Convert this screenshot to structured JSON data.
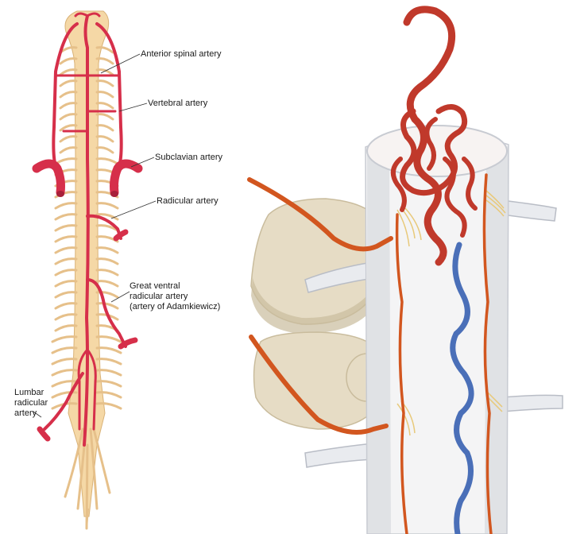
{
  "labels": {
    "anterior_spinal": "Anterior spinal artery",
    "vertebral": "Vertebral artery",
    "subclavian": "Subclavian artery",
    "radicular": "Radicular artery",
    "great_ventral_1": "Great ventral",
    "great_ventral_2": "radicular artery",
    "great_ventral_3": "(artery of Adamkiewicz)",
    "lumbar_1": "Lumbar",
    "lumbar_2": "radicular",
    "lumbar_3": "artery"
  },
  "colors": {
    "cord": "#f5d8a6",
    "cord_stroke": "#d9b277",
    "artery": "#d62f4a",
    "artery_dark": "#a8203a",
    "vessel_3d": "#c0392b",
    "vessel_3d_orange": "#d2561f",
    "vein": "#4a6fb8",
    "bone": "#e6dcc5",
    "bone_shade": "#c9bc9d",
    "cord_3d": "#f4f4f5",
    "cord_3d_shade": "#c8cbd2",
    "leader": "#333333"
  }
}
